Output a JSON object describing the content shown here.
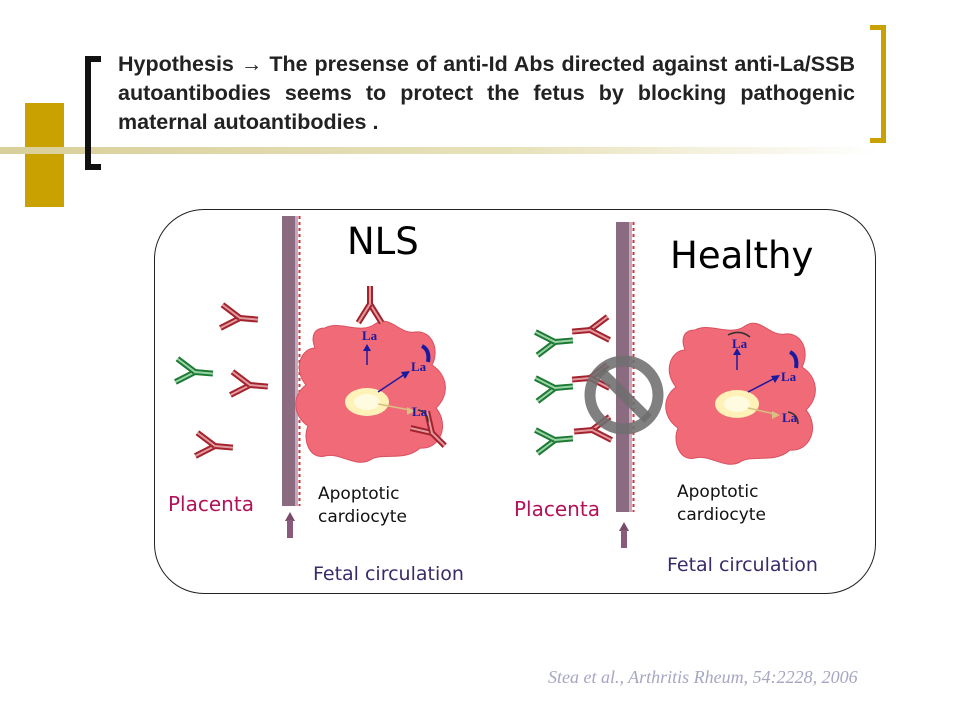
{
  "slide": {
    "hypothesis": "Hypothesis → The presense of anti-Id Abs directed against anti-La/SSB autoantibodies seems to protect the fetus by blocking pathogenic maternal autoantibodies .",
    "citation": "Stea et al., Arthritis Rheum, 54:2228, 2006"
  },
  "panels": {
    "left": {
      "title": "NLS",
      "placenta": "Placenta",
      "cell_label": "Apoptotic cardiocyte",
      "circulation": "Fetal circulation",
      "antigen": "La"
    },
    "right": {
      "title": "Healthy",
      "placenta": "Placenta",
      "cell_label": "Apoptotic cardiocyte",
      "circulation": "Fetal circulation",
      "antigen": "La"
    }
  },
  "colors": {
    "accent_gold": "#c9a100",
    "antibody_red": "#a3232d",
    "anti_id_green": "#1d7a34",
    "cell_pink": "#f06a78",
    "membrane": "#8a6b80",
    "label_blue": "#1a1aa0",
    "prohibit_gray": "#6e6e6e"
  },
  "icons": [
    "antibody-icon",
    "anti-idiotype-antibody-icon",
    "prohibition-sign-icon",
    "up-arrow-icon",
    "apoptotic-cell-icon"
  ]
}
